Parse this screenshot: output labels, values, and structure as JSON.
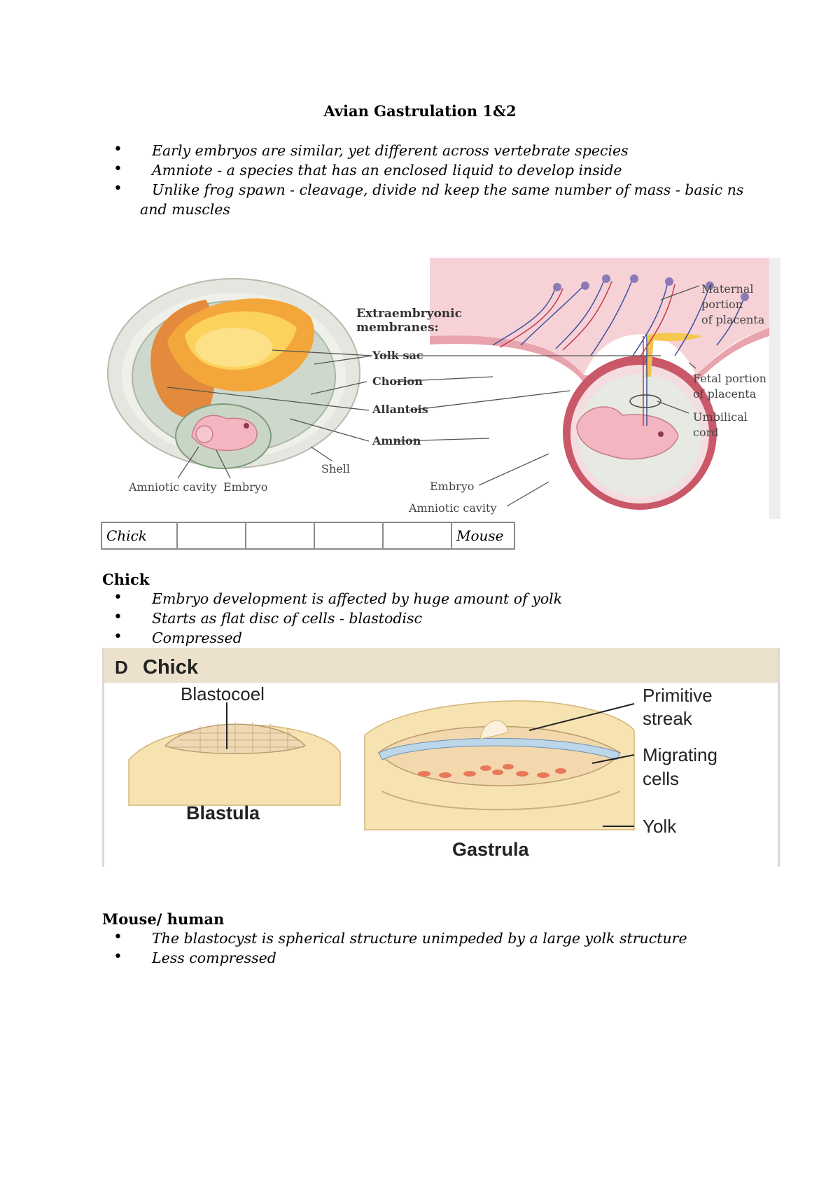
{
  "title": "Avian Gastrulation 1&2",
  "intro_bullets": [
    "Early embryos are similar, yet different across vertebrate species",
    "Amniote - a species that has an enclosed liquid to develop inside",
    "Unlike frog spawn - cleavage, divide nd keep the same number of mass - basic ns",
    "and muscles"
  ],
  "figure1": {
    "heading_line1": "Extraembryonic",
    "heading_line2": "membranes:",
    "yolk_sac": "Yolk sac",
    "chorion": "Chorion",
    "allantois": "Allantois",
    "amnion": "Amnion",
    "shell": "Shell",
    "amniotic_cavity_left": "Amniotic cavity",
    "embryo_left": "Embryo",
    "embryo_right": "Embryo",
    "amniotic_cavity_right": "Amniotic cavity",
    "maternal_1": "Maternal",
    "maternal_2": "portion",
    "maternal_3": "of placenta",
    "fetal_1": "Fetal portion",
    "fetal_2": "of placenta",
    "umbilical_1": "Umbilical",
    "umbilical_2": "cord"
  },
  "table_row": [
    "Chick",
    "",
    "",
    "",
    "",
    "Mouse"
  ],
  "chick": {
    "heading": "Chick",
    "bullets": [
      "Embryo development is affected by huge amount of yolk",
      "Starts as flat disc of cells - blastodisc",
      "Compressed"
    ]
  },
  "figure2": {
    "panel_letter": "D",
    "panel_title": "Chick",
    "blastocoel": "Blastocoel",
    "blastula": "Blastula",
    "primitive_1": "Primitive",
    "primitive_2": "streak",
    "migrating_1": "Migrating",
    "migrating_2": "cells",
    "yolk": "Yolk",
    "gastrula": "Gastrula"
  },
  "mouse": {
    "heading": "Mouse/ human",
    "bullets": [
      "The blastocyst is spherical structure unimpeded by a large yolk structure",
      "Less compressed"
    ]
  }
}
